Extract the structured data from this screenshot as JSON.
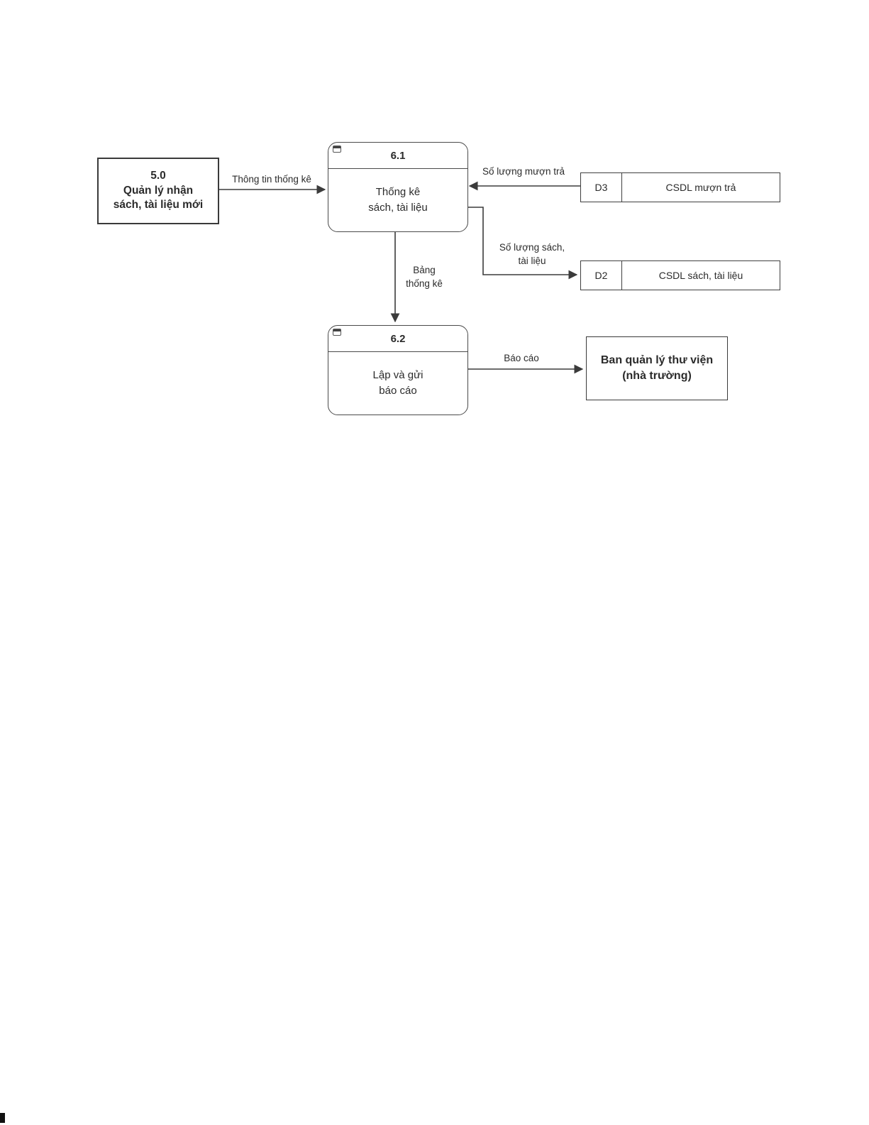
{
  "nodes": {
    "source_entity": {
      "id": "5.0",
      "line1": "Quản lý nhận",
      "line2": "sách, tài liệu mới"
    },
    "process_61": {
      "id": "6.1",
      "line1": "Thống kê",
      "line2": "sách, tài liệu"
    },
    "process_62": {
      "id": "6.2",
      "line1": "Lập và gửi",
      "line2": "báo cáo"
    },
    "datastore_d3": {
      "code": "D3",
      "label": "CSDL mượn trả"
    },
    "datastore_d2": {
      "code": "D2",
      "label": "CSDL sách, tài liệu"
    },
    "sink_entity": {
      "line1": "Ban quản lý thư viện",
      "line2": "(nhà trường)"
    }
  },
  "flows": {
    "stats_info": "Thông tin thống kê",
    "borrow_return_qty": "Số lượng mượn trả",
    "books_qty_line1": "Số lượng sách,",
    "books_qty_line2": "tài liệu",
    "stats_table_line1": "Bảng",
    "stats_table_line2": "thống kê",
    "report": "Báo cáo"
  },
  "icons": {
    "process_badge": "note-icon"
  },
  "colors": {
    "line": "#3b3b3b",
    "text": "#2b2b2b",
    "background": "#ffffff"
  }
}
